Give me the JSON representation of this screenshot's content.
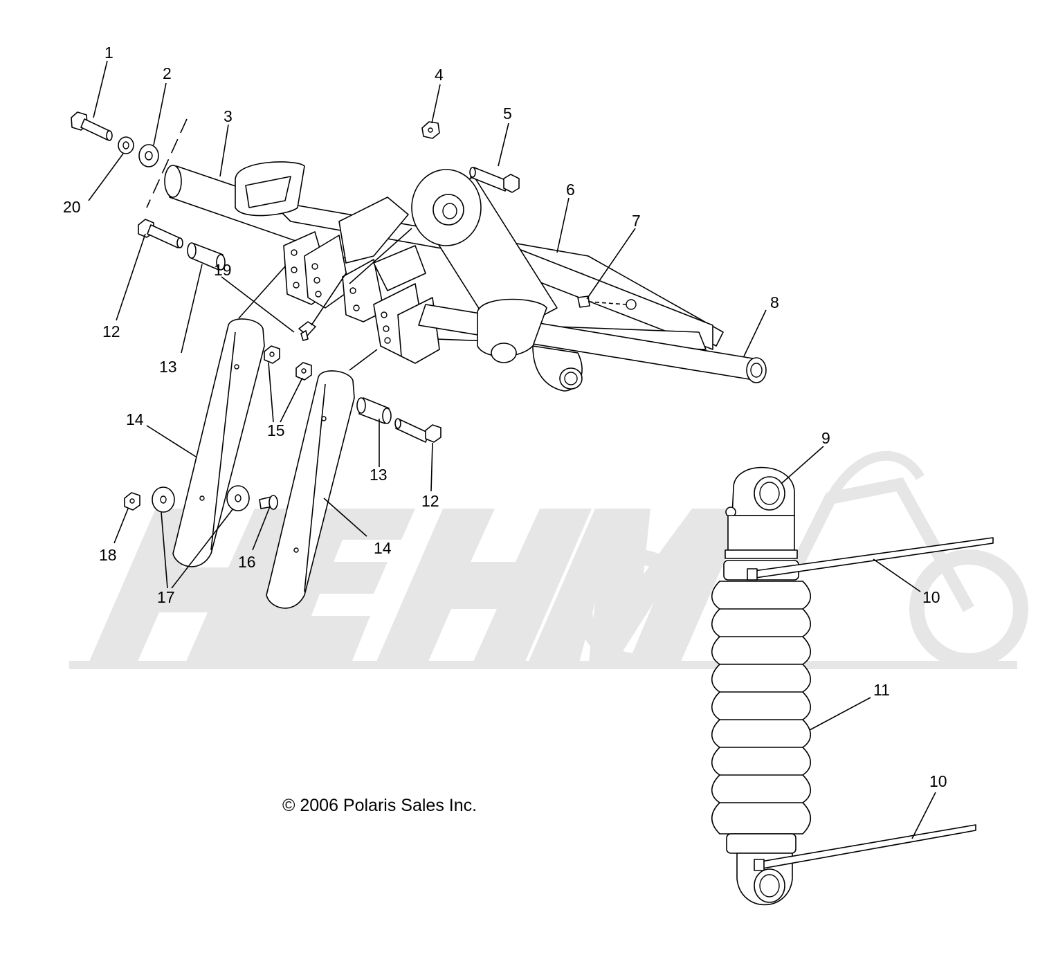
{
  "diagram": {
    "callouts": [
      {
        "id": "c1",
        "label": "1"
      },
      {
        "id": "c2",
        "label": "2"
      },
      {
        "id": "c3",
        "label": "3"
      },
      {
        "id": "c4",
        "label": "4"
      },
      {
        "id": "c5",
        "label": "5"
      },
      {
        "id": "c6",
        "label": "6"
      },
      {
        "id": "c7",
        "label": "7"
      },
      {
        "id": "c8",
        "label": "8"
      },
      {
        "id": "c9",
        "label": "9"
      },
      {
        "id": "c10a",
        "label": "10"
      },
      {
        "id": "c10b",
        "label": "10"
      },
      {
        "id": "c11",
        "label": "11"
      },
      {
        "id": "c12a",
        "label": "12"
      },
      {
        "id": "c12b",
        "label": "12"
      },
      {
        "id": "c13a",
        "label": "13"
      },
      {
        "id": "c13b",
        "label": "13"
      },
      {
        "id": "c14a",
        "label": "14"
      },
      {
        "id": "c14b",
        "label": "14"
      },
      {
        "id": "c15",
        "label": "15"
      },
      {
        "id": "c16",
        "label": "16"
      },
      {
        "id": "c17",
        "label": "17"
      },
      {
        "id": "c18",
        "label": "18"
      },
      {
        "id": "c19",
        "label": "19"
      },
      {
        "id": "c20",
        "label": "20"
      }
    ],
    "copyright": "© 2006 Polaris Sales Inc.",
    "colors": {
      "line": "#000000",
      "background": "#ffffff",
      "watermark": "#e6e6e6"
    }
  }
}
